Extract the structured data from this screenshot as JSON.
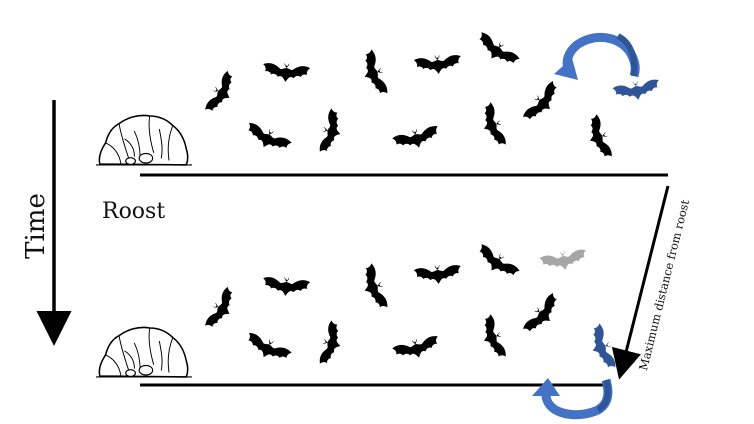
{
  "labels": {
    "time": "Time",
    "roost": "Roost",
    "max_distance": "Maximum distance from roost"
  },
  "icons": {
    "roost": "cave-rock-icon",
    "bat": "bat-icon",
    "cycle_arrow": "circular-arrow-icon"
  },
  "colors": {
    "background": "#ffffff",
    "bat_default": "#000000",
    "bat_highlight": "#2f5597",
    "bat_faded": "#a6a6a6",
    "arrow_blue": "#4472c4",
    "arrow_blue_dark": "#2f5597",
    "line": "#000000"
  }
}
